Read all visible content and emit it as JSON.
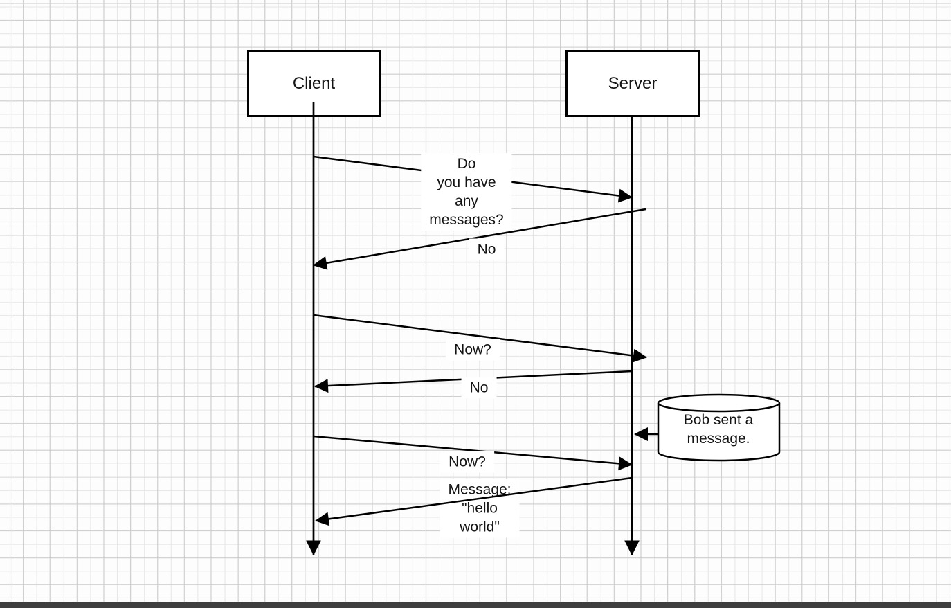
{
  "diagram": {
    "type": "sequence-diagram",
    "actors": [
      {
        "id": "client",
        "label": "Client"
      },
      {
        "id": "server",
        "label": "Server"
      }
    ],
    "messages": [
      {
        "from": "client",
        "to": "server",
        "label": "Do\nyou have\nany\nmessages?"
      },
      {
        "from": "server",
        "to": "client",
        "label": "No"
      },
      {
        "from": "client",
        "to": "server",
        "label": "Now?"
      },
      {
        "from": "server",
        "to": "client",
        "label": "No"
      },
      {
        "from": "datastore",
        "to": "server",
        "label": ""
      },
      {
        "from": "client",
        "to": "server",
        "label": "Now?"
      },
      {
        "from": "server",
        "to": "client",
        "label": "Message:\n\"hello\nworld\""
      }
    ],
    "datastore": {
      "shape": "cylinder",
      "label": "Bob sent a\nmessage."
    }
  },
  "colors": {
    "stroke": "#000000",
    "background": "#fdfdfd",
    "grid_minor": "#e7e7e7",
    "grid_major": "#cfcfcf",
    "label_background": "#ffffff",
    "bottom_bar": "#3e3e3e"
  }
}
